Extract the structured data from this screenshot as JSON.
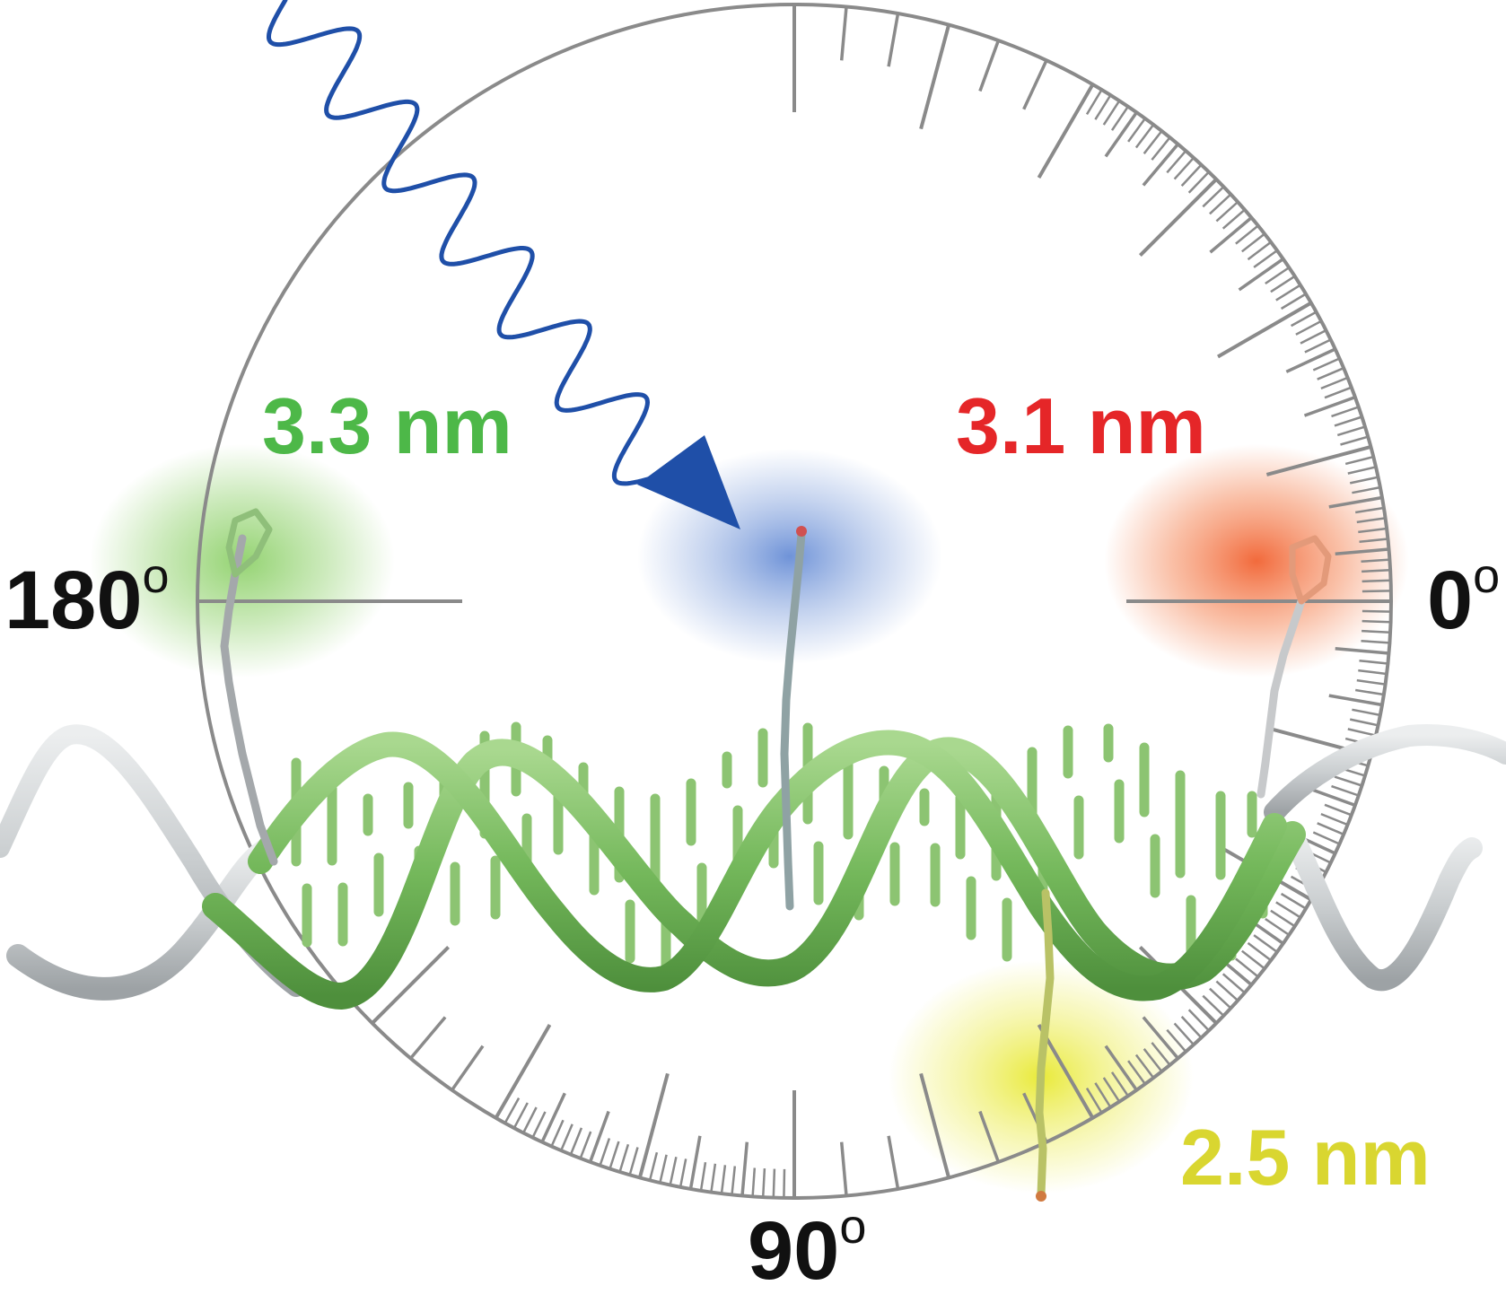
{
  "labels": {
    "angle_0": {
      "value": "0",
      "unit": "o"
    },
    "angle_90": {
      "value": "90",
      "unit": "o"
    },
    "angle_180": {
      "value": "180",
      "unit": "o"
    },
    "distance_green": "3.3 nm",
    "distance_red": "3.1 nm",
    "distance_yellow": "2.5 nm"
  },
  "colors": {
    "dial": "#8a8a8a",
    "excitation_arrow": "#1f4fa8",
    "helix_green": "#7cbf63",
    "helix_green_dark": "#4e8f3c",
    "helix_grey": "#c9cdcf",
    "label_green": "#4db848",
    "label_red": "#e52628",
    "label_yellow": "#d9d630",
    "label_black": "#111111",
    "glow_green": "#8fd16b",
    "glow_red": "#f26a3c",
    "glow_blue": "#6f93d8",
    "glow_yellow": "#e9ea3a"
  },
  "icons": {
    "excitation": "wavy-arrow-icon",
    "donor": "fluorophore-molecule-icon",
    "acceptor": "fluorophore-molecule-icon"
  }
}
